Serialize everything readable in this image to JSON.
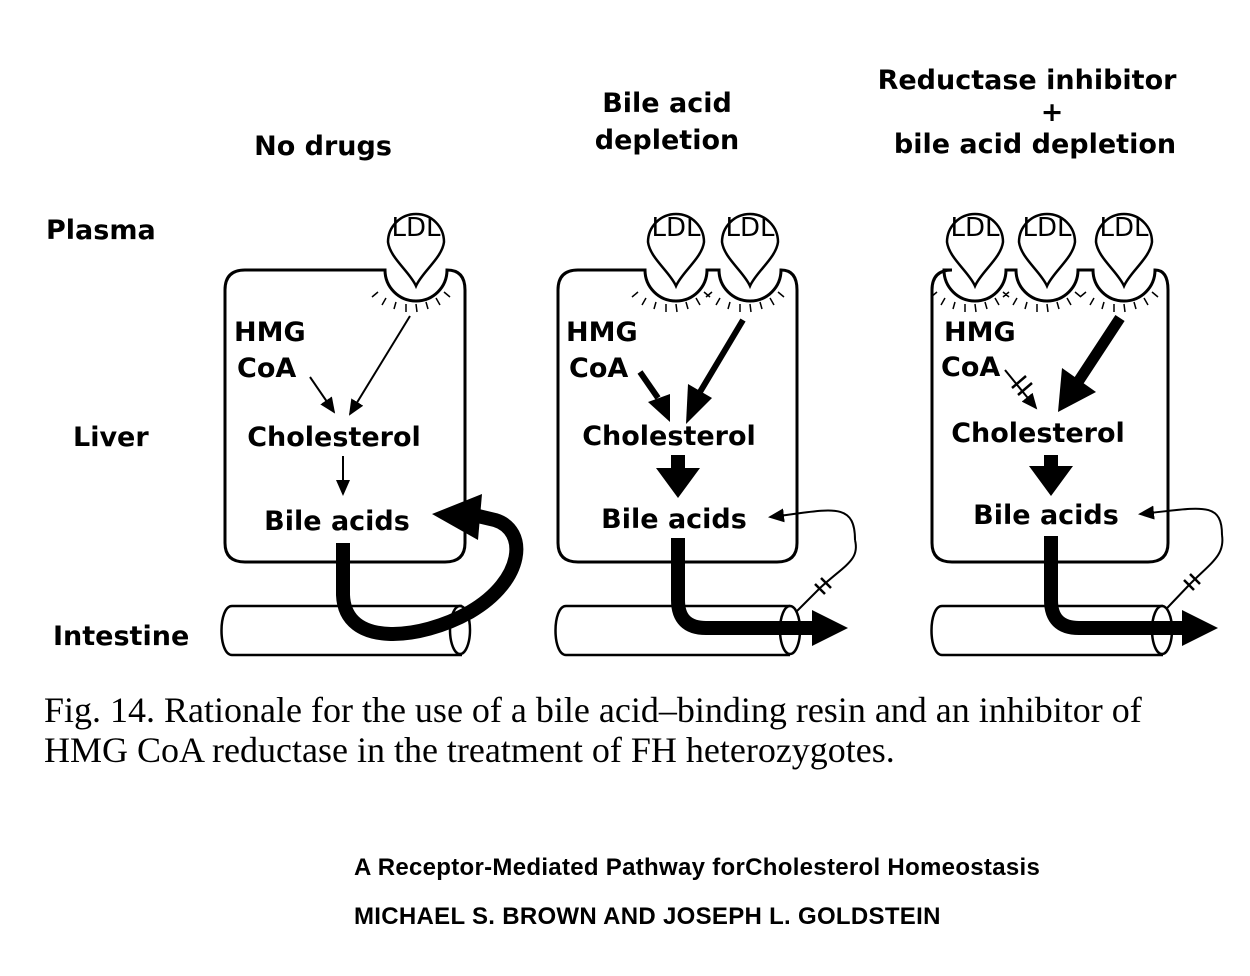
{
  "columns": [
    {
      "title_lines": [
        "No drugs"
      ],
      "ldl": [
        "LDL"
      ],
      "hmg": "HMG",
      "coa": "CoA",
      "cholesterol": "Cholesterol",
      "bile_acids": "Bile acids"
    },
    {
      "title_lines": [
        "Bile acid",
        "depletion"
      ],
      "ldl": [
        "LDL",
        "LDL"
      ],
      "hmg": "HMG",
      "coa": "CoA",
      "cholesterol": "Cholesterol",
      "bile_acids": "Bile acids"
    },
    {
      "title_lines": [
        "Reductase inhibitor",
        "+",
        "bile acid depletion"
      ],
      "ldl": [
        "LDL",
        "LDL",
        "LDL"
      ],
      "hmg": "HMG",
      "coa": "CoA",
      "cholesterol": "Cholesterol",
      "bile_acids": "Bile acids"
    }
  ],
  "row_labels": {
    "plasma": "Plasma",
    "liver": "Liver",
    "intestine": "Intestine"
  },
  "caption": "Fig. 14. Rationale for the use of a bile acid–binding resin and an inhibitor of HMG CoA reductase in the treatment of FH heterozygotes.",
  "reference": {
    "title": "A Receptor-Mediated Pathway forCholesterol Homeostasis",
    "authors": "MICHAEL S. BROWN AND JOSEPH L. GOLDSTEIN"
  }
}
